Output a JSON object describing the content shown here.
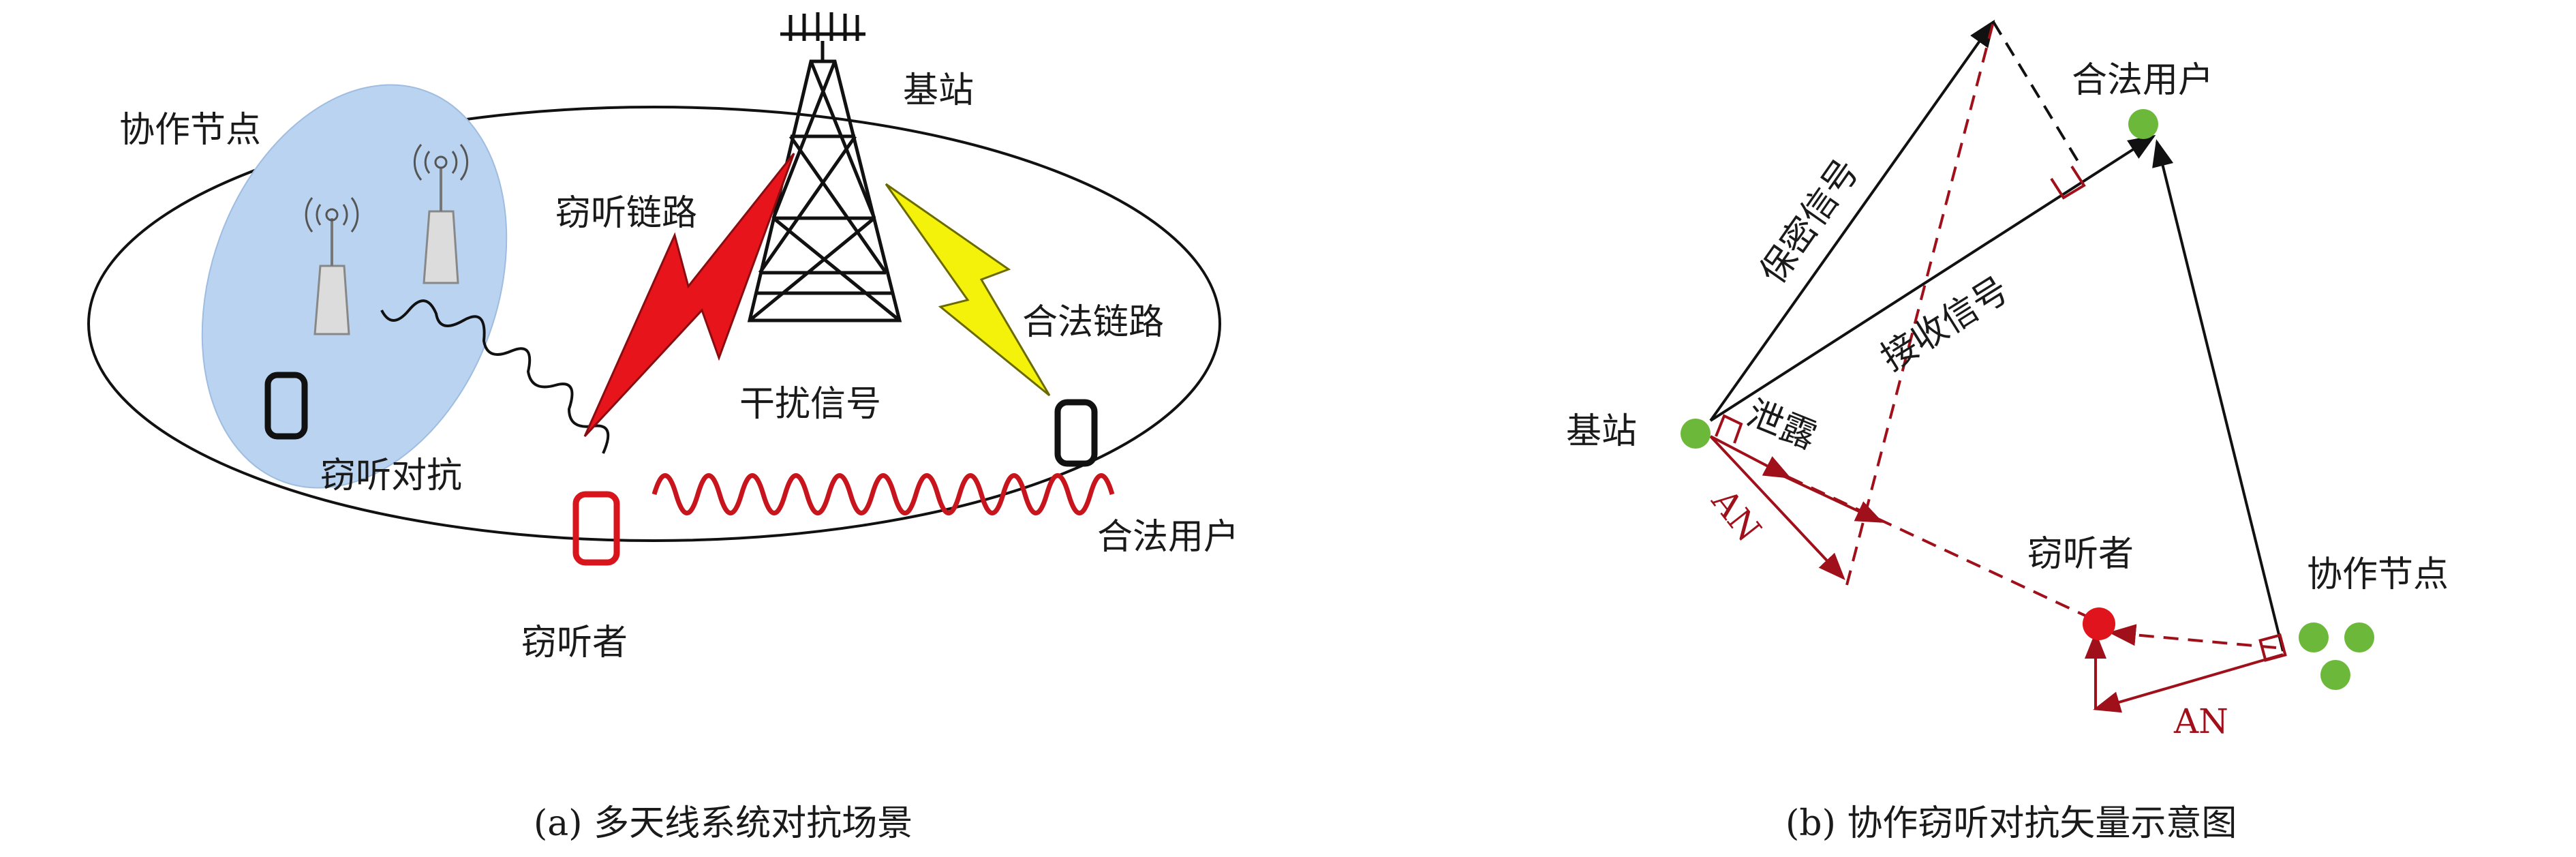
{
  "panel_a": {
    "labels": {
      "cooperative_node": "协作节点",
      "base_station": "基站",
      "eavesdrop_link": "窃听链路",
      "legal_link": "合法链路",
      "interference_signal": "干扰信号",
      "anti_eavesdrop": "窃听对抗",
      "legal_user": "合法用户",
      "eavesdropper": "窃听者"
    },
    "caption": "(a) 多天线系统对抗场景"
  },
  "panel_b": {
    "labels": {
      "legal_user": "合法用户",
      "secret_signal": "保密信号",
      "received_signal": "接收信号",
      "base_station": "基站",
      "leakage": "泄露",
      "an_left": "AN",
      "eavesdropper": "窃听者",
      "cooperative_node": "协作节点",
      "an_bottom": "AN"
    },
    "caption": "(b) 协作窃听对抗矢量示意图"
  },
  "colors": {
    "ellipse_fill": "#b9d3f0",
    "lightning_red": "#e8141c",
    "lightning_yellow": "#f4f20a",
    "wave_red": "#c8141c",
    "vector_red": "#a0101a",
    "node_green": "#6cb83a",
    "eavesdropper_red": "#e0141c"
  }
}
